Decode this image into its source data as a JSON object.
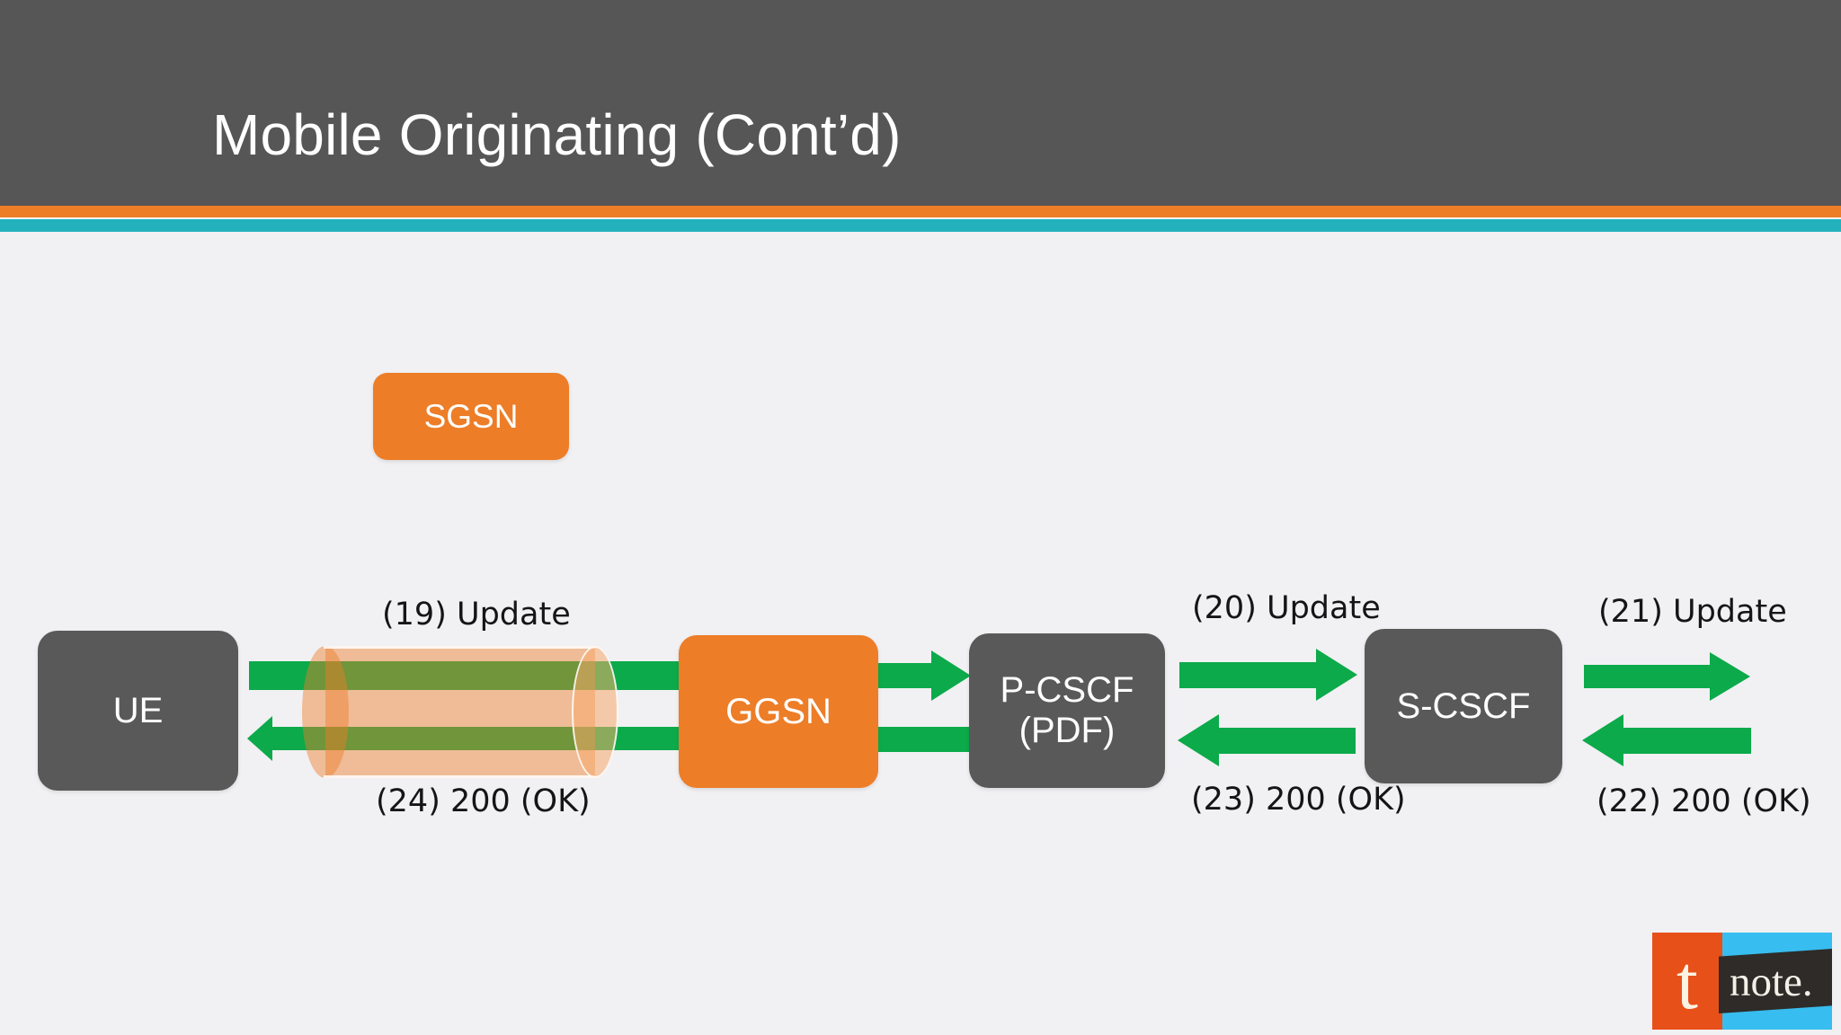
{
  "slide": {
    "title": "Mobile Originating (Cont’d)",
    "background_color": "#f1f0f3",
    "header_color": "#565656",
    "accent_orange": "#ed7d27",
    "accent_teal": "#23b2bd",
    "arrow_green": "#0caa4a",
    "node_dark": "#595959"
  },
  "nodes": {
    "sgsn": "SGSN",
    "ue": "UE",
    "ggsn": "GGSN",
    "pcscf": "P-CSCF\n(PDF)",
    "scscf": "S-CSCF"
  },
  "flows": {
    "f19": "(19) Update",
    "f24": "(24) 200 (OK)",
    "f20": "(20) Update",
    "f23": "(23) 200 (OK)",
    "f21": "(21) Update",
    "f22": "(22) 200 (OK)"
  },
  "logo": {
    "t": "t",
    "note": "note."
  }
}
